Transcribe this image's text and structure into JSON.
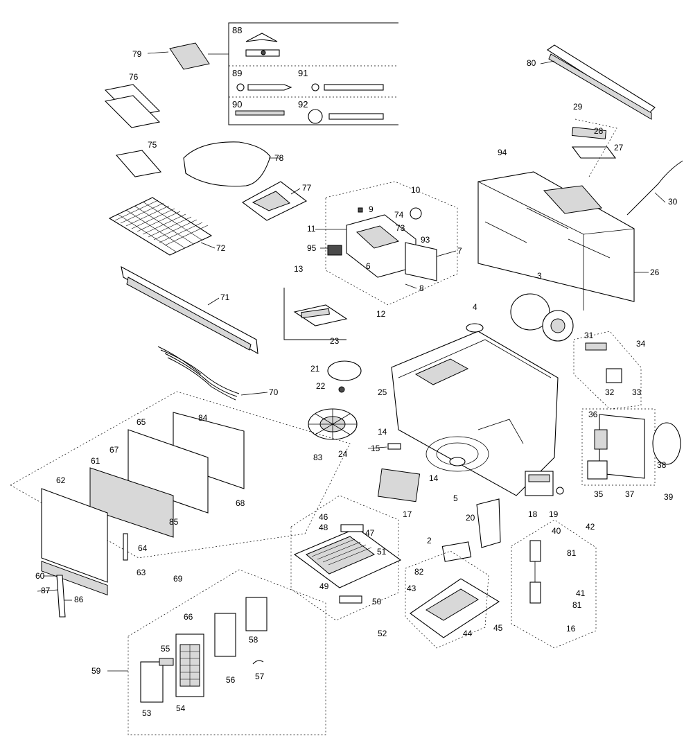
{
  "labels": {
    "l2": "2",
    "l3": "3",
    "l4": "4",
    "l5": "5",
    "l6": "6",
    "l7": "7",
    "l8": "8",
    "l9": "9",
    "l10": "10",
    "l11": "11",
    "l12": "12",
    "l13": "13",
    "l14a": "14",
    "l14b": "14",
    "l15": "15",
    "l16": "16",
    "l17": "17",
    "l18": "18",
    "l19": "19",
    "l20": "20",
    "l21": "21",
    "l22": "22",
    "l23": "23",
    "l24": "24",
    "l25": "25",
    "l26": "26",
    "l27": "27",
    "l28": "28",
    "l29": "29",
    "l30": "30",
    "l31": "31",
    "l32": "32",
    "l33": "33",
    "l34": "34",
    "l35": "35",
    "l36": "36",
    "l37": "37",
    "l38": "38",
    "l39": "39",
    "l40": "40",
    "l41": "41",
    "l42": "42",
    "l43": "43",
    "l44": "44",
    "l45": "45",
    "l46": "46",
    "l47": "47",
    "l48": "48",
    "l49": "49",
    "l50": "50",
    "l51": "51",
    "l52": "52",
    "l53": "53",
    "l54": "54",
    "l55": "55",
    "l56": "56",
    "l57": "57",
    "l58": "58",
    "l59": "59",
    "l60": "60",
    "l61": "61",
    "l62": "62",
    "l63": "63",
    "l64": "64",
    "l65": "65",
    "l66": "66",
    "l67": "67",
    "l68": "68",
    "l69": "69",
    "l70": "70",
    "l71": "71",
    "l72": "72",
    "l73": "73",
    "l74": "74",
    "l75": "75",
    "l76": "76",
    "l77": "77",
    "l78": "78",
    "l79": "79",
    "l80": "80",
    "l81a": "81",
    "l81b": "81",
    "l82": "82",
    "l83": "83",
    "l84": "84",
    "l85": "85",
    "l86": "86",
    "l87": "87",
    "l88": "88",
    "l89": "89",
    "l90": "90",
    "l91": "91",
    "l92": "92",
    "l93": "93",
    "l94": "94",
    "l95": "95"
  }
}
